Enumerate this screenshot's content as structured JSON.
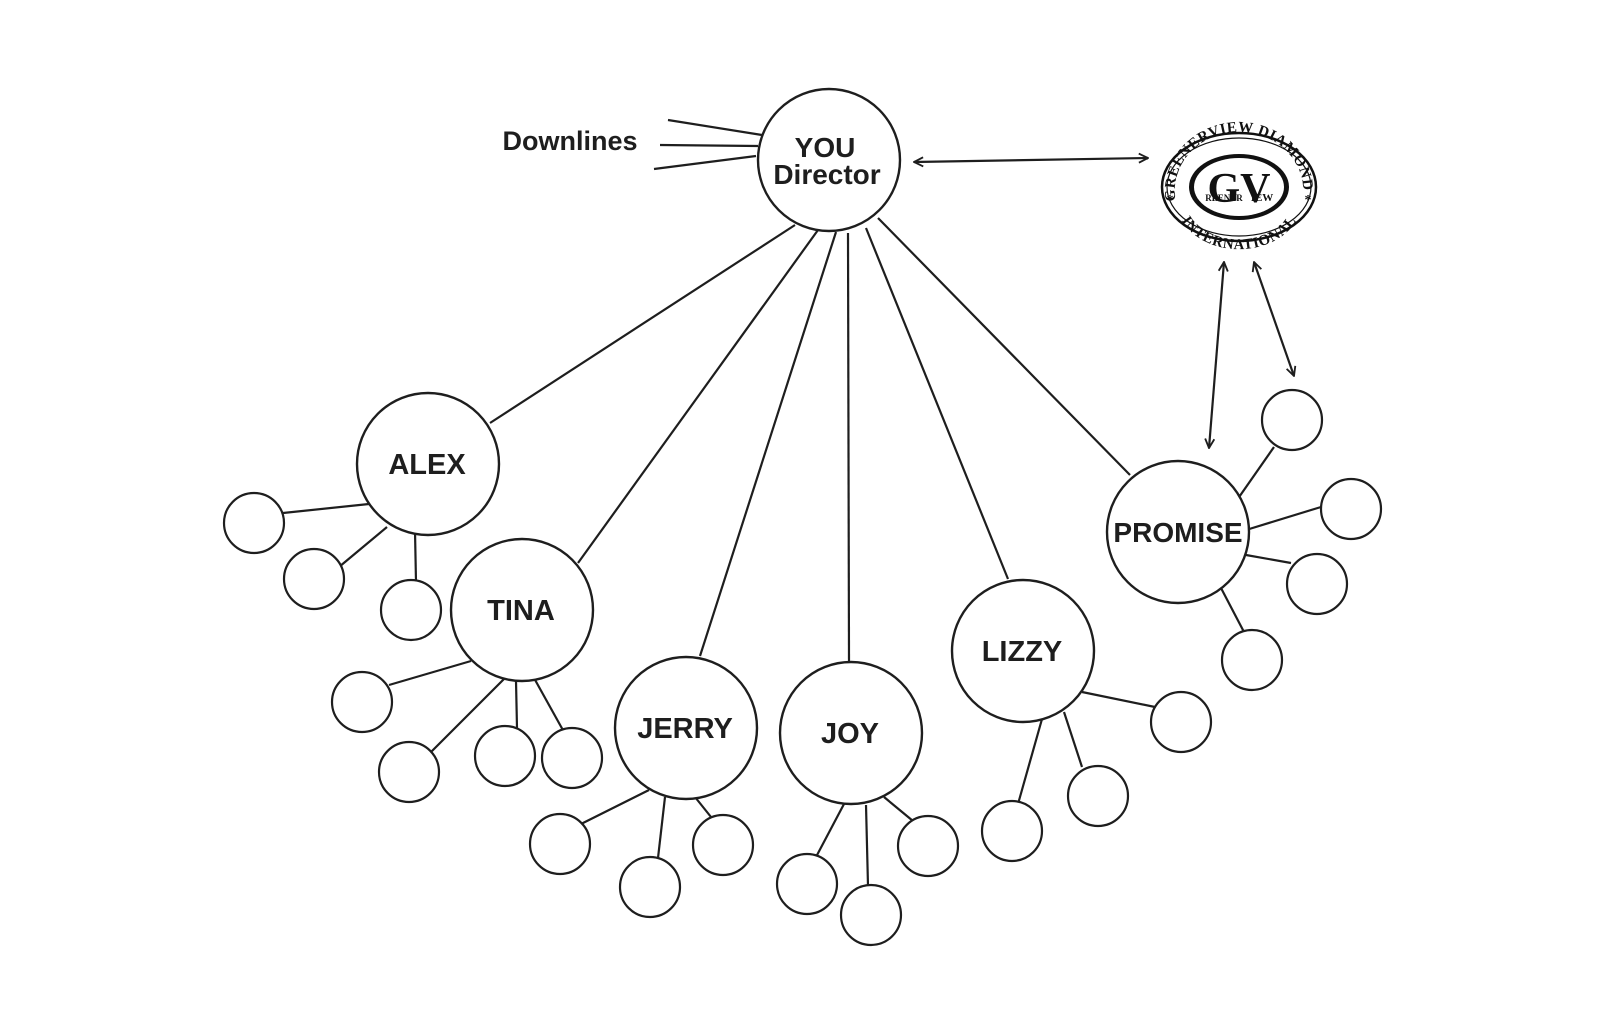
{
  "title_label": "Downlines",
  "root": {
    "line1": "YOU",
    "line2": "Director"
  },
  "members": {
    "alex": "ALEX",
    "tina": "TINA",
    "jerry": "JERRY",
    "joy": "JOY",
    "lizzy": "LIZZY",
    "promise": "PROMISE"
  },
  "logo": {
    "top_text": "GREENERVIEW DIAMOND",
    "bottom_text": "INTERNATIONAL",
    "monogram": "GV",
    "small_left": "REENER",
    "small_right": "IEW",
    "star": "*"
  },
  "downline_counts": {
    "alex": 3,
    "tina": 4,
    "jerry": 3,
    "joy": 3,
    "lizzy": 3,
    "promise": 4
  },
  "colors": {
    "ink": "#1e1e1e",
    "background": "#ffffff"
  }
}
